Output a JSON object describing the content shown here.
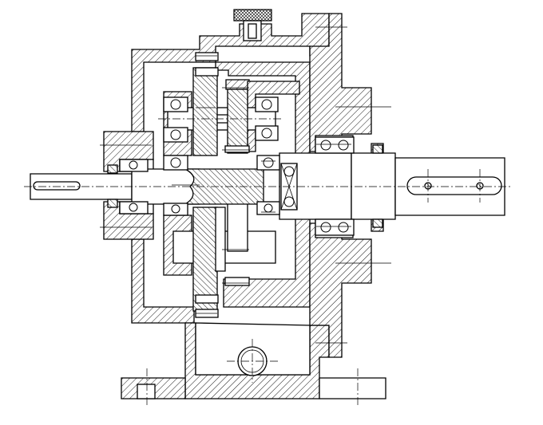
{
  "drawing": {
    "type": "mechanical-cross-section",
    "subject": "gear-reducer-assembly",
    "colors": {
      "line": "#000000",
      "background": "#ffffff"
    }
  },
  "leaders": [
    {
      "name": "leader-1"
    },
    {
      "name": "leader-2"
    },
    {
      "name": "leader-3"
    },
    {
      "name": "leader-4"
    },
    {
      "name": "leader-5"
    },
    {
      "name": "leader-6"
    },
    {
      "name": "leader-7"
    },
    {
      "name": "leader-8"
    },
    {
      "name": "leader-9"
    },
    {
      "name": "leader-10"
    },
    {
      "name": "leader-11"
    },
    {
      "name": "leader-12"
    },
    {
      "name": "leader-13"
    },
    {
      "name": "leader-14"
    },
    {
      "name": "leader-15"
    },
    {
      "name": "leader-16"
    },
    {
      "name": "leader-17"
    },
    {
      "name": "leader-18"
    },
    {
      "name": "leader-19"
    },
    {
      "name": "leader-20"
    }
  ]
}
